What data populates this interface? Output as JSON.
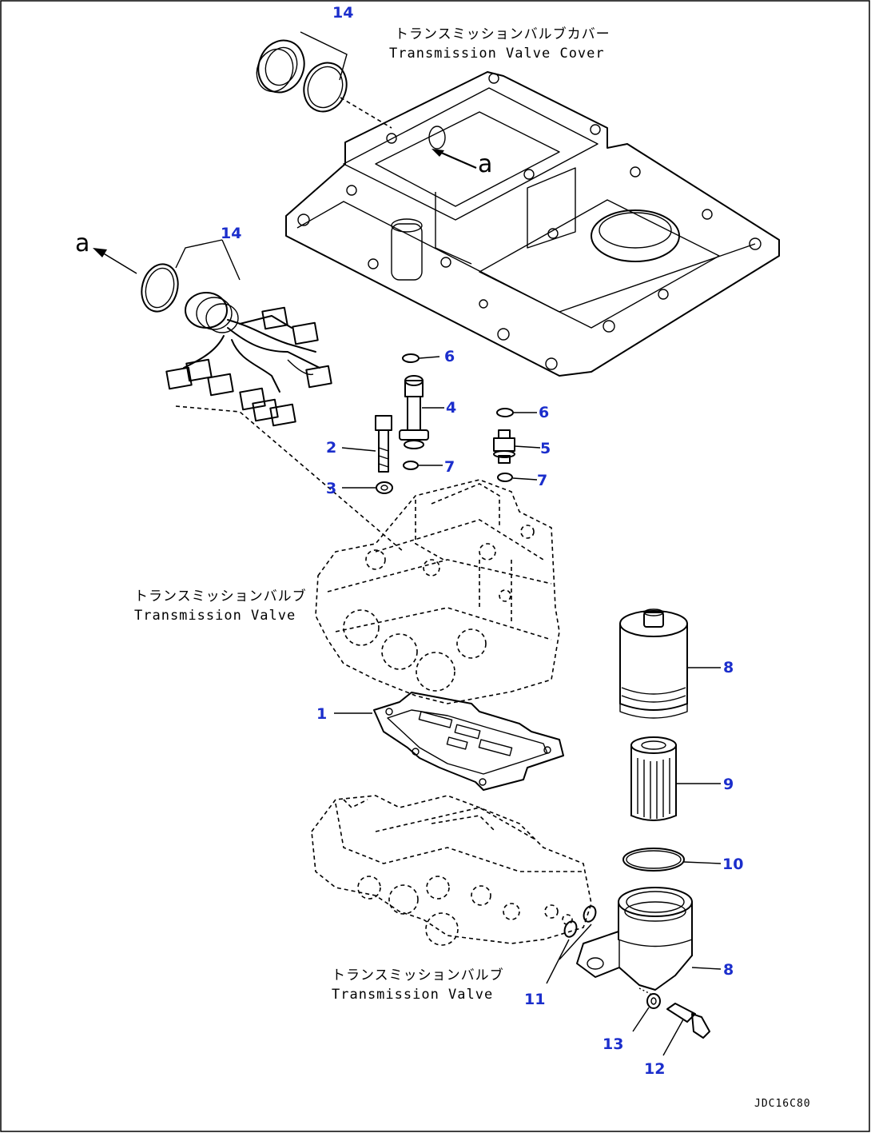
{
  "labels": {
    "cover_jp": "トランスミッションバルブカバー",
    "cover_en": "Transmission Valve Cover",
    "valve_upper_jp": "トランスミッションバルブ",
    "valve_upper_en": "Transmission Valve",
    "valve_lower_jp": "トランスミッションバルブ",
    "valve_lower_en": "Transmission Valve"
  },
  "view_markers": {
    "top": "a",
    "left": "a"
  },
  "callouts": {
    "c1": "1",
    "c2": "2",
    "c3": "3",
    "c4": "4",
    "c5": "5",
    "c6a": "6",
    "c6b": "6",
    "c7a": "7",
    "c7b": "7",
    "c8a": "8",
    "c8b": "8",
    "c9": "9",
    "c10": "10",
    "c11": "11",
    "c12": "12",
    "c13": "13",
    "c14a": "14",
    "c14b": "14"
  },
  "drawing_ref": "JDC16C80",
  "colors": {
    "callout": "#1b2ecc",
    "line": "#000000"
  }
}
